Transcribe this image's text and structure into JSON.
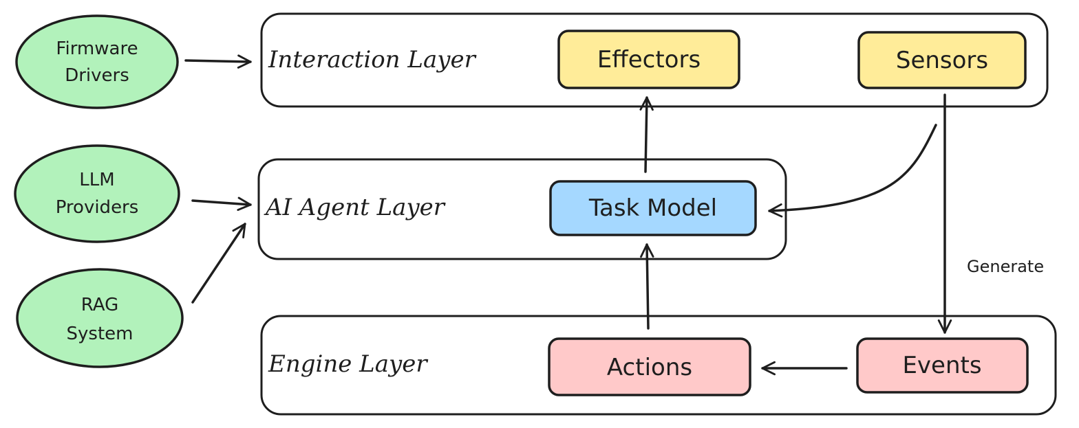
{
  "layers": {
    "interaction": "Interaction Layer",
    "agent": "AI Agent Layer",
    "engine": "Engine Layer"
  },
  "components": {
    "effectors": "Effectors",
    "sensors": "Sensors",
    "task_model": "Task Model",
    "actions": "Actions",
    "events": "Events"
  },
  "external": {
    "firmware": [
      "Firmware",
      "Drivers"
    ],
    "llm": [
      "LLM",
      "Providers"
    ],
    "rag": [
      "RAG",
      "System"
    ]
  },
  "edges": {
    "sensors_to_events": "Generate"
  },
  "colors": {
    "yellow": "#ffec99",
    "blue": "#a5d8ff",
    "pink": "#ffc9c9",
    "green": "#b2f2bb",
    "stroke": "#1e1e1e"
  }
}
